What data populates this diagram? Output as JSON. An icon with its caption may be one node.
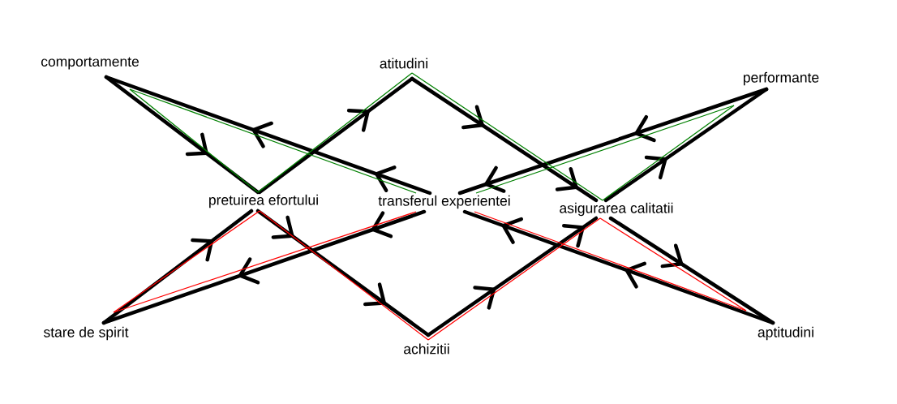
{
  "diagram": {
    "nodes": [
      {
        "text": [
          "comportamente"
        ]
      },
      {
        "text": [
          "atitudini"
        ]
      },
      {
        "text": [
          "performante"
        ]
      },
      {
        "text": [
          "pretuirea efortului"
        ]
      },
      {
        "text": [
          "transferul experientei"
        ]
      },
      {
        "text": [
          "asigurarea calitatii"
        ]
      },
      {
        "text": [
          "stare de spirit"
        ]
      },
      {
        "text": [
          "achizitii"
        ]
      },
      {
        "text": [
          "aptitudini"
        ]
      }
    ],
    "edges": [
      {
        "from": 0,
        "to": 3,
        "arrow": "to",
        "style": "thick"
      },
      {
        "from": 4,
        "to": 0,
        "arrow": "to",
        "style": "thick"
      },
      {
        "from": 3,
        "to": 1,
        "arrow": "to",
        "style": "thick"
      },
      {
        "from": 1,
        "to": 5,
        "arrow": "to",
        "style": "thick"
      },
      {
        "from": 2,
        "to": 4,
        "arrow": "to",
        "style": "thick"
      },
      {
        "from": 5,
        "to": 2,
        "arrow": "to",
        "style": "thick"
      },
      {
        "from": 5,
        "to": 8,
        "arrow": "to",
        "style": "thick"
      },
      {
        "from": 8,
        "to": 4,
        "arrow": "to",
        "style": "thick"
      },
      {
        "from": 7,
        "to": 5,
        "arrow": "to",
        "style": "thick"
      },
      {
        "from": 3,
        "to": 7,
        "arrow": "to",
        "style": "thick"
      },
      {
        "from": 6,
        "to": 3,
        "arrow": "to",
        "style": "thick"
      },
      {
        "from": 4,
        "to": 6,
        "arrow": "to",
        "style": "thick"
      },
      {
        "from": 0,
        "to": 3,
        "arrow": "none",
        "color": "#008000"
      },
      {
        "from": 0,
        "to": 4,
        "arrow": "none",
        "color": "#008000"
      },
      {
        "from": 3,
        "to": 1,
        "arrow": "none",
        "color": "#008000"
      },
      {
        "from": 1,
        "to": 5,
        "arrow": "none",
        "color": "#008000"
      },
      {
        "from": 4,
        "to": 2,
        "arrow": "none",
        "color": "#008000"
      },
      {
        "from": 2,
        "to": 5,
        "arrow": "none",
        "color": "#008000"
      },
      {
        "from": 6,
        "to": 3,
        "arrow": "none",
        "color": "#ff0000"
      },
      {
        "from": 6,
        "to": 4,
        "arrow": "none",
        "color": "#ff0000"
      },
      {
        "from": 3,
        "to": 7,
        "arrow": "none",
        "color": "#ff0000"
      },
      {
        "from": 7,
        "to": 5,
        "arrow": "none",
        "color": "#ff0000"
      },
      {
        "from": 5,
        "to": 8,
        "arrow": "none",
        "color": "#ff0000"
      },
      {
        "from": 8,
        "to": 4,
        "arrow": "none",
        "color": "#ff0000"
      }
    ]
  }
}
